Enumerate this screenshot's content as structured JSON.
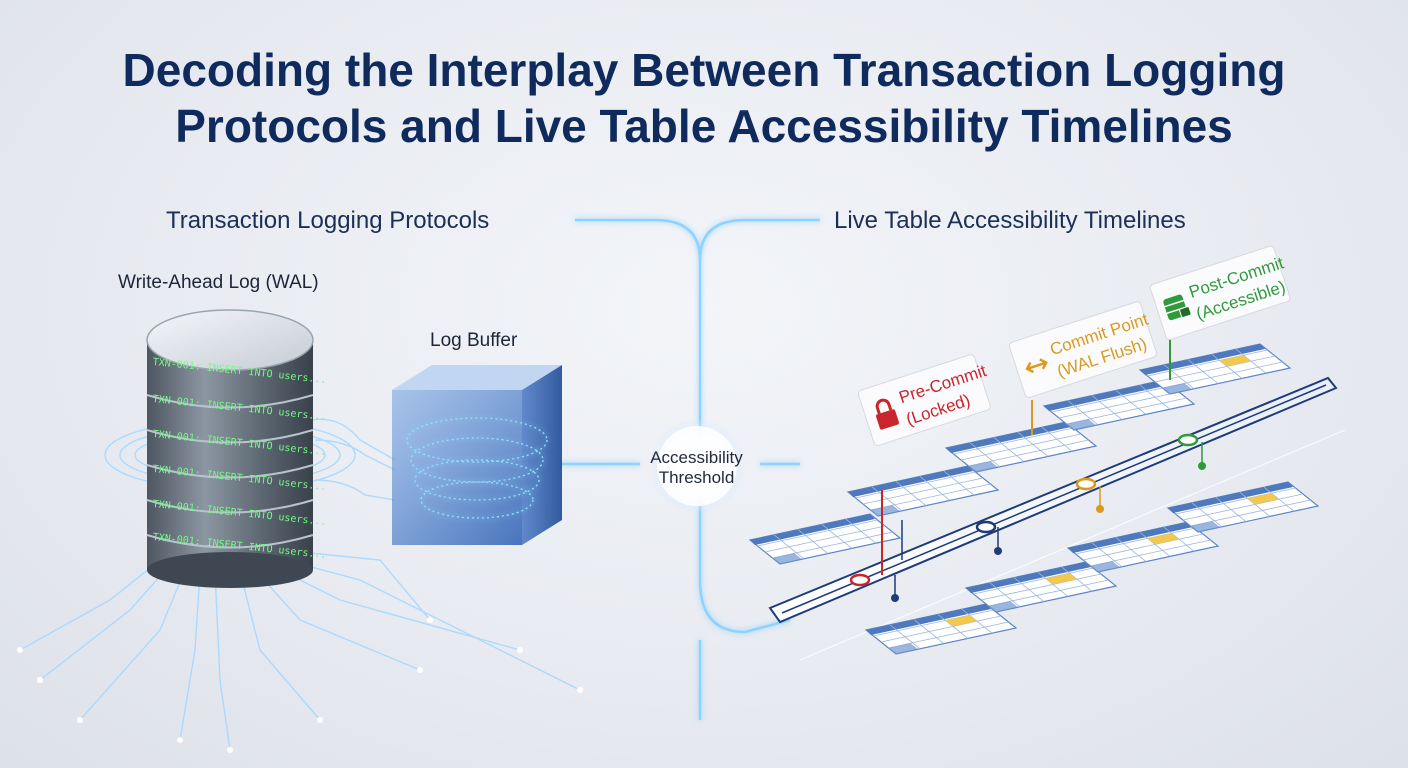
{
  "title": {
    "line1": "Decoding the Interplay Between Transaction Logging",
    "line2": "Protocols and Live Table Accessibility Timelines"
  },
  "left": {
    "heading": "Transaction Logging Protocols",
    "wal_label": "Write-Ahead Log (WAL)",
    "log_buffer_label": "Log Buffer",
    "log_lines": [
      "TXN-001: INSERT INTO users...",
      "TXN-001: INSERT INTO users...",
      "TXN-001: INSERT INTO users...",
      "TXN-001: INSERT INTO users...",
      "TXN-001: INSERT INTO users...",
      "TXN-001: INSERT INTO users..."
    ]
  },
  "center": {
    "threshold_line1": "Accessibility",
    "threshold_line2": "Threshold"
  },
  "right": {
    "heading": "Live Table Accessibility Timelines",
    "stages": [
      {
        "line1": "Pre-Commit",
        "line2": "(Locked)",
        "icon": "lock-icon",
        "color": "#c8252c"
      },
      {
        "line1": "Commit Point",
        "line2": "(WAL Flush)",
        "icon": "double-arrow-icon",
        "color": "#d99a1e"
      },
      {
        "line1": "Post-Commit",
        "line2": "(Accessible)",
        "icon": "database-check-icon",
        "color": "#2f9a3c"
      }
    ]
  },
  "colors": {
    "title": "#0f2a5c",
    "glow": "#7cc8ff",
    "timeline": "#1f3b78",
    "locked": "#c8252c",
    "commit": "#d99a1e",
    "accessible": "#2f9a3c"
  }
}
